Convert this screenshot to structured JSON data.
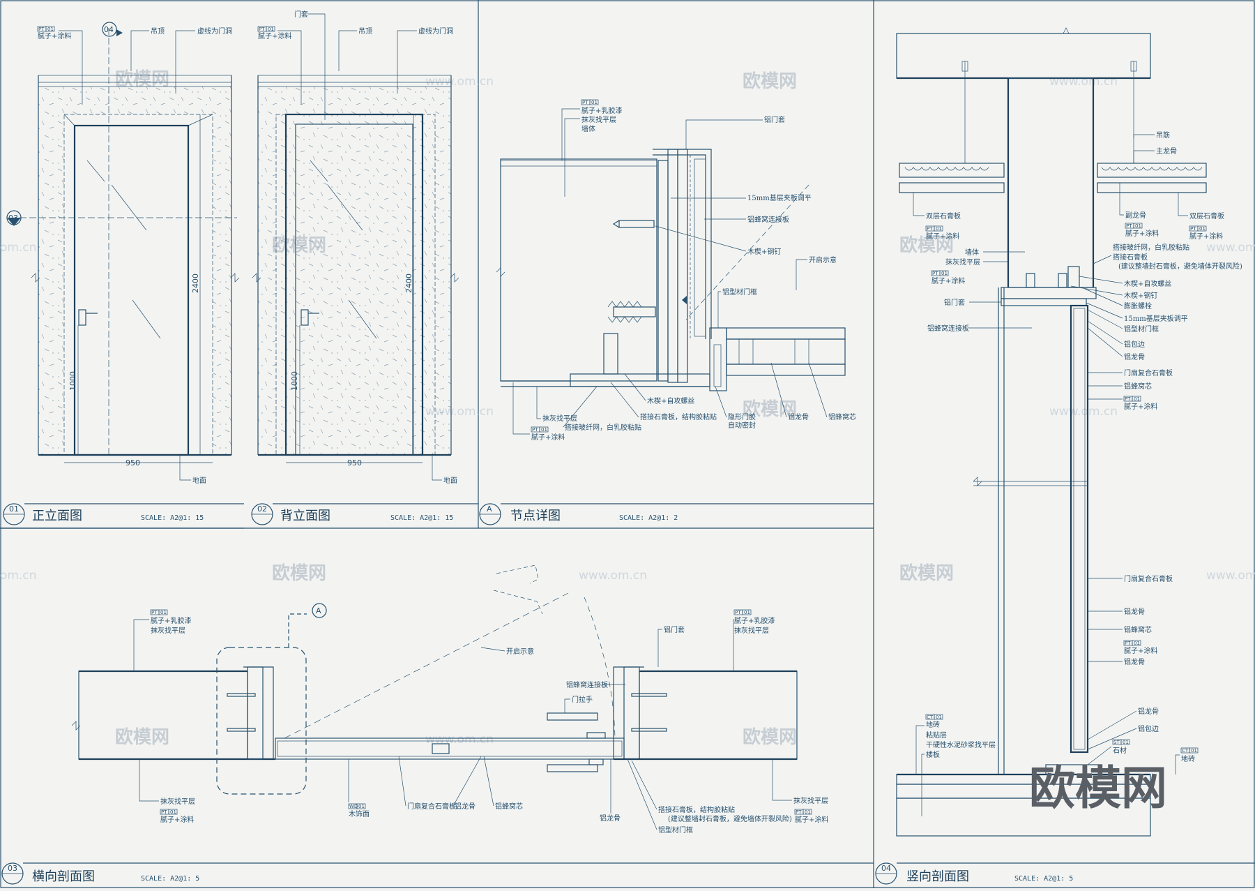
{
  "panels": {
    "p01": {
      "num": "01",
      "title": "正立面图",
      "scale": "SCALE: A2@1: 15",
      "width_dim": "950",
      "height_dim": "2400",
      "handle_dim": "1000"
    },
    "p02": {
      "num": "02",
      "title": "背立面图",
      "scale": "SCALE: A2@1: 15",
      "width_dim": "950",
      "height_dim": "2400",
      "handle_dim": "1000"
    },
    "pA": {
      "num": "A",
      "title": "节点详图",
      "scale": "SCALE: A2@1: 2"
    },
    "p03": {
      "num": "03",
      "title": "横向剖面图",
      "scale": "SCALE: A2@1: 5"
    },
    "p04": {
      "num": "04",
      "title": "竖向剖面图",
      "scale": "SCALE: A2@1: 5"
    }
  },
  "markers": {
    "m04": "04",
    "m03": "03",
    "mA": "A"
  },
  "tags": {
    "pt": "PT",
    "code01": "01",
    "ct": "CT",
    "st": "ST",
    "wd": "WD"
  },
  "labels": {
    "p01": {
      "finish": "腻子+涂料",
      "ceiling": "吊顶",
      "dashed": "虚线为门洞",
      "floor": "地面"
    },
    "p02": {
      "finish": "腻子+涂料",
      "frame": "门套",
      "ceiling": "吊顶",
      "dashed": "虚线为门洞",
      "floor": "地面"
    },
    "pA": {
      "putty_latex": "腻子+乳胶漆",
      "plaster": "抹灰找平层",
      "wall": "墙体",
      "al_frame": "铝门套",
      "plywood": "15mm基层夹板调平",
      "honeycomb_panel": "铝蜂窝连接板",
      "wood_nail": "木楔+钢钉",
      "open_sign": "开启示意",
      "al_door_frame": "铝型材门框",
      "screw": "木楔+自攻螺丝",
      "gypsum": "搭接石膏板，结构胶粘贴",
      "seal": "隐形门胶",
      "auto_seal": "自动密封",
      "keel": "铝龙骨",
      "core": "铝蜂窝芯",
      "plaster2": "抹灰找平层",
      "mesh": "搭接玻纤网，白乳胶粘贴",
      "finish": "腻子+涂料"
    },
    "p03": {
      "putty_latex": "腻子+乳胶漆",
      "plaster": "抹灰找平层",
      "open_sign": "开启示意",
      "al_frame": "铝门套",
      "honeycomb_panel": "铝蜂窝连接板",
      "handle": "门拉手",
      "plaster_bl": "抹灰找平层",
      "finish_bl": "腻子+涂料",
      "wd_sub": "木饰面",
      "door_gypsum": "门扇复合石膏板",
      "keel": "铝龙骨",
      "core": "铝蜂窝芯",
      "keel2": "铝龙骨",
      "gypsum": "搭接石膏板，结构胶粘贴",
      "gypsum_note": "(建议整墙封石膏板，避免墙体开裂风险)",
      "al_door_frame": "铝型材门框",
      "plaster_br": "抹灰找平层",
      "finish_br": "腻子+涂料"
    },
    "p04": {
      "hanger": "吊筋",
      "main_keel": "主龙骨",
      "double_gypsum_l": "双层石膏板",
      "finish_l": "腻子+涂料",
      "side_keel": "副龙骨",
      "double_gypsum_r": "双层石膏板",
      "finish_r": "腻子+涂料",
      "wall": "墙体",
      "plaster": "抹灰找平层",
      "finish_m": "腻子+涂料",
      "al_frame": "铝门套",
      "honeycomb_panel": "铝蜂窝连接板",
      "mesh": "搭接玻纤网，白乳胶粘贴",
      "gypsum": "搭接石膏板",
      "gypsum_note": "(建议整墙封石膏板，避免墙体开裂风险)",
      "screw": "木楔+自攻螺丝",
      "wood_nail": "木楔+钢钉",
      "expansion": "膨胀螺栓",
      "plywood": "15mm基层夹板调平",
      "al_door_frame": "铝型材门框",
      "edge": "铝包边",
      "keel": "铝龙骨",
      "door_gypsum": "门扇复合石膏板",
      "core": "铝蜂窝芯",
      "finish_r2": "腻子+涂料",
      "door_gypsum2": "门扇复合石膏板",
      "keel2": "铝龙骨",
      "core2": "铝蜂窝芯",
      "finish_r3": "腻子+涂料",
      "keel3": "铝龙骨",
      "keel4": "铝龙骨",
      "edge2": "铝包边",
      "stone": "石材",
      "tile": "地砖",
      "tile_l": "地砖",
      "adhesive": "粘贴层",
      "mortar": "干硬性水泥砂浆找平层",
      "slab": "楼板"
    }
  },
  "watermarks": {
    "cn": "欧模网",
    "url": "www.om.cn",
    "url_short": "om.cn",
    "brand": "欧模网"
  }
}
